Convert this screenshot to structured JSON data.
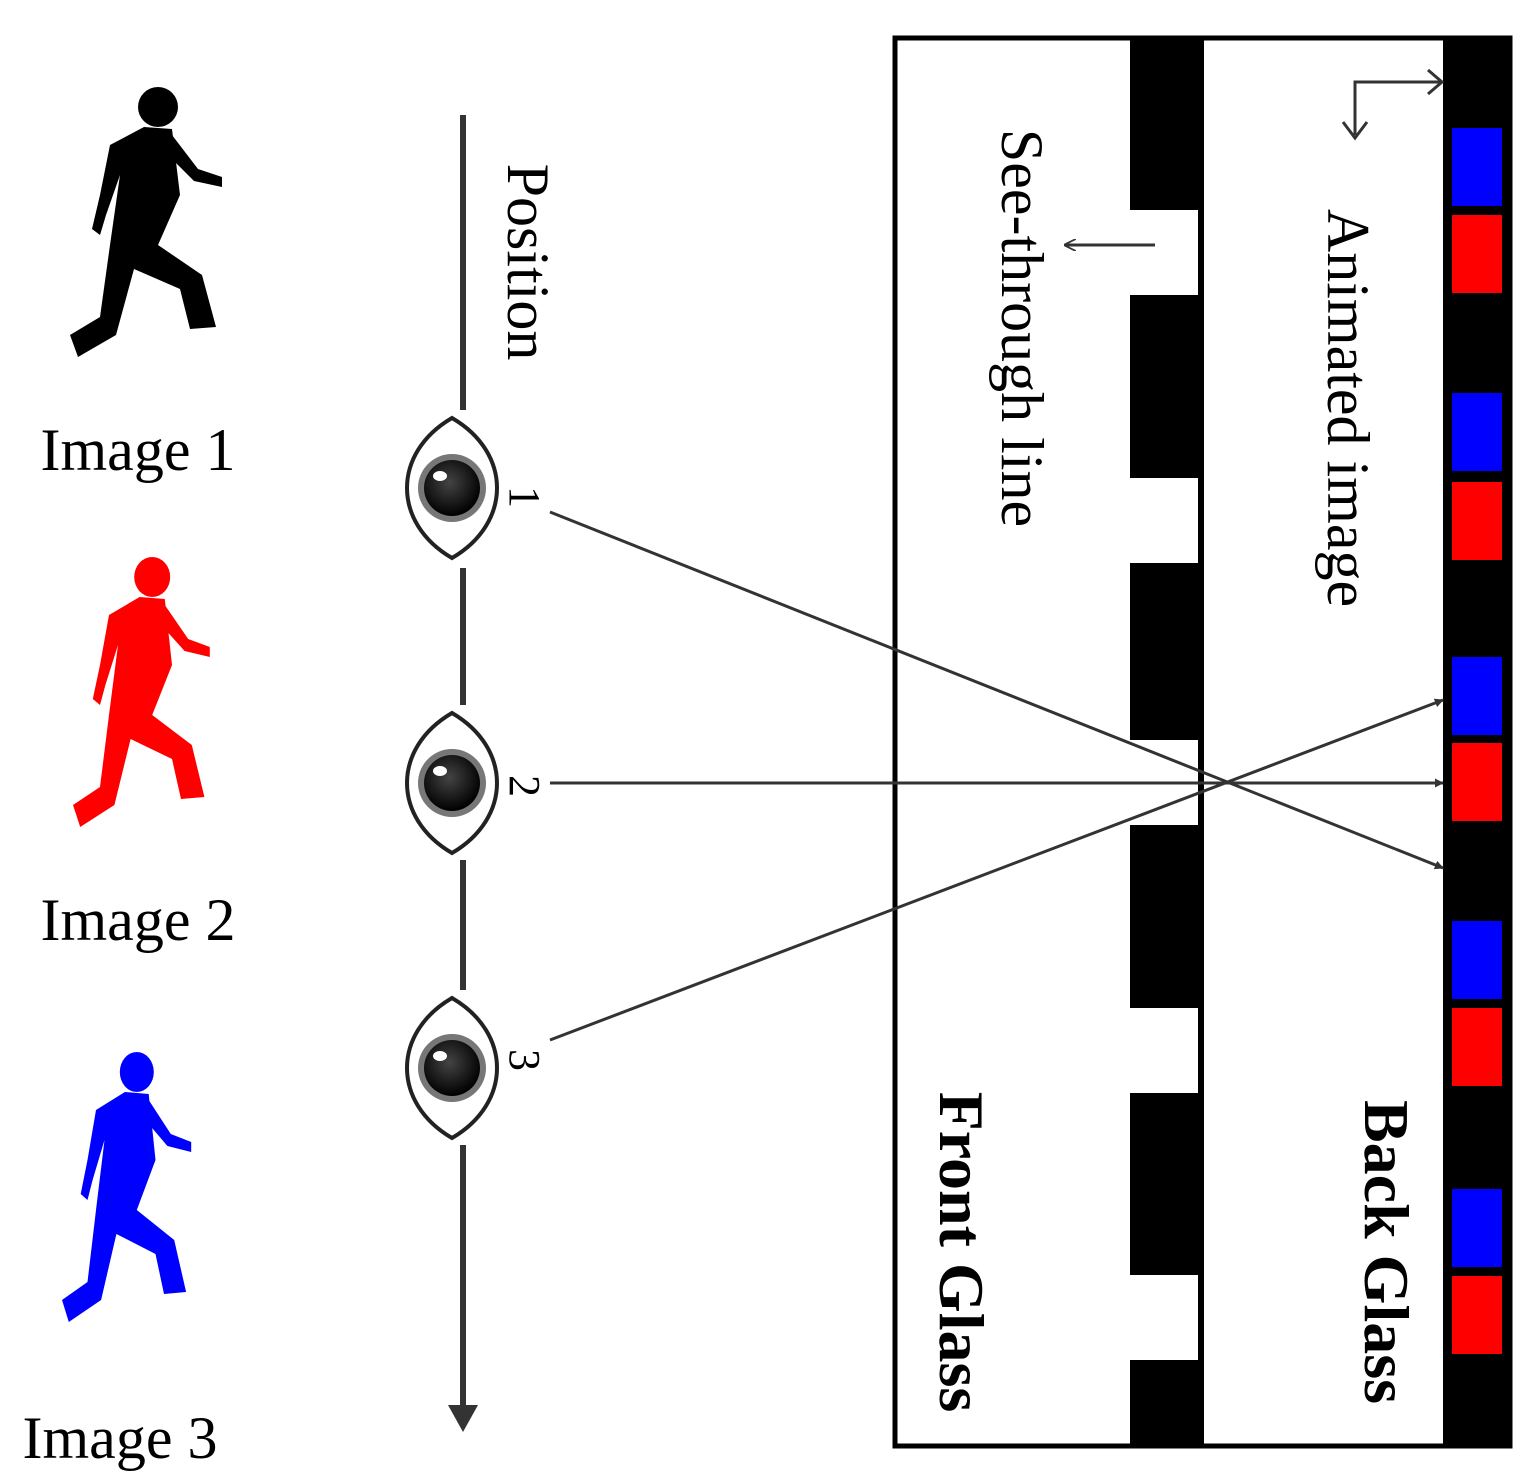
{
  "images": [
    {
      "label": "Image 1",
      "color": "#000000"
    },
    {
      "label": "Image 2",
      "color": "#ff0000"
    },
    {
      "label": "Image 3",
      "color": "#0000ff"
    }
  ],
  "position_label": "Position",
  "viewers": [
    {
      "number": "1",
      "target_image": "Image 1"
    },
    {
      "number": "2",
      "target_image": "Image 2"
    },
    {
      "number": "3",
      "target_image": "Image 3"
    }
  ],
  "see_through_label": "See-through line",
  "animated_image_label": "Animated image",
  "front_glass_label": "Front Glass",
  "back_glass_label": "Back Glass",
  "strip_pattern": [
    "blue",
    "red",
    "blue",
    "red",
    "blue",
    "red",
    "blue",
    "red",
    "blue",
    "red"
  ],
  "colors": {
    "line": "#333333",
    "stripe_red": "#ff0000",
    "stripe_blue": "#0000ff",
    "mask": "#000000"
  }
}
